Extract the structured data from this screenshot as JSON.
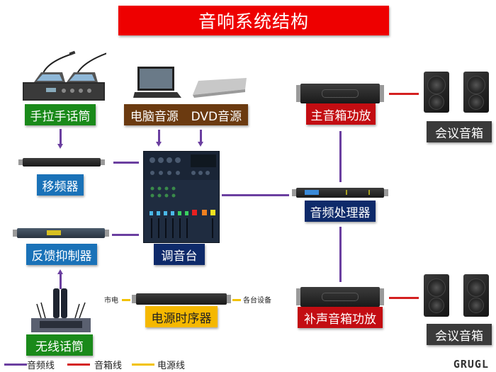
{
  "title": "音响系统结构",
  "colors": {
    "audio_line": "#6b3fa0",
    "speaker_line": "#d42020",
    "power_line": "#f2c200",
    "title_bg": "#ee0000"
  },
  "nodes": {
    "handheld_mic": "手拉手话筒",
    "pc_source": "电脑音源",
    "dvd_source": "DVD音源",
    "frequency_shifter": "移频器",
    "feedback_suppressor": "反馈抑制器",
    "mixer": "调音台",
    "wireless_mic": "无线话筒",
    "power_sequencer": "电源时序器",
    "main_amp": "主音箱功放",
    "audio_processor": "音频处理器",
    "fill_amp": "补声音箱功放",
    "speakers_top": "会议音箱",
    "speakers_bottom": "会议音箱"
  },
  "power": {
    "mains": "市电",
    "devices": "各台设备"
  },
  "legend": [
    {
      "label": "音频线",
      "color": "#6b3fa0"
    },
    {
      "label": "音箱线",
      "color": "#d42020"
    },
    {
      "label": "电源线",
      "color": "#f2c200"
    }
  ],
  "brand": "GRUGL"
}
